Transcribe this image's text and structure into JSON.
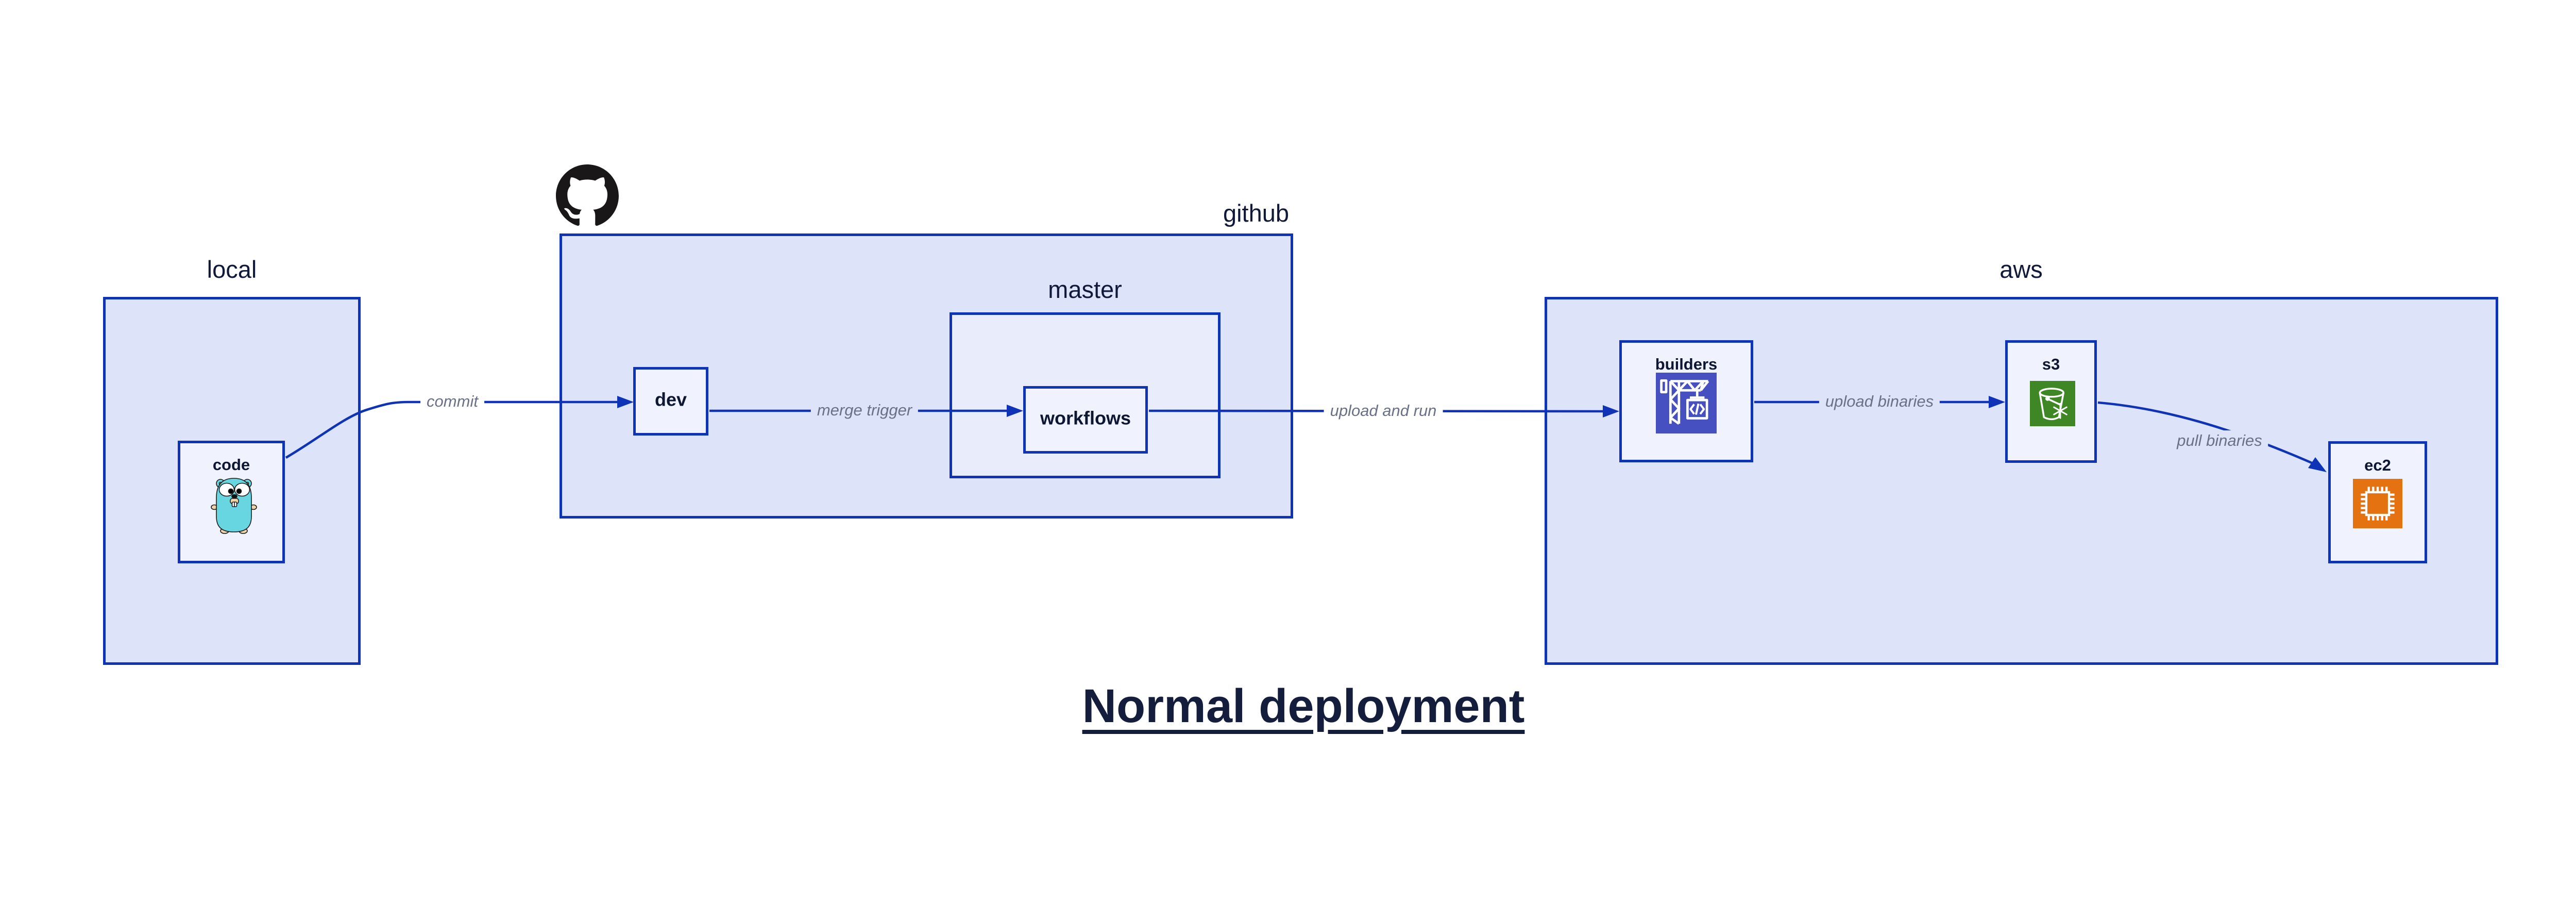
{
  "title": "Normal deployment",
  "containers": {
    "local": {
      "label": "local"
    },
    "github": {
      "label": "github"
    },
    "master": {
      "label": "master"
    },
    "aws": {
      "label": "aws"
    }
  },
  "nodes": {
    "code": {
      "label": "code",
      "icon": "go-gopher-icon"
    },
    "dev": {
      "label": "dev"
    },
    "workflows": {
      "label": "workflows"
    },
    "builders": {
      "label": "builders",
      "icon": "codebuild-crane-icon"
    },
    "s3": {
      "label": "s3",
      "icon": "s3-bucket-icon"
    },
    "ec2": {
      "label": "ec2",
      "icon": "ec2-chip-icon"
    }
  },
  "edges": {
    "commit": {
      "label": "commit"
    },
    "merge_trigger": {
      "label": "merge trigger"
    },
    "upload_and_run": {
      "label": "upload and run"
    },
    "upload_binaries": {
      "label": "upload binaries"
    },
    "pull_binaries": {
      "label": "pull binaries"
    }
  },
  "icons": {
    "github_logo": "github-octocat-logo"
  },
  "colors": {
    "border_blue": "#0f33b6",
    "container_fill": "#dde4f9",
    "master_fill": "#e9edfb",
    "node_fill": "#f0f3fd",
    "label_navy": "#10193a",
    "edge_label_gray": "#6a7186",
    "github_black": "#191717",
    "codebuild_indigo": "#4650c0",
    "s3_green": "#3f8624",
    "ec2_orange": "#e57211",
    "gopher_teal": "#67d6e0"
  }
}
